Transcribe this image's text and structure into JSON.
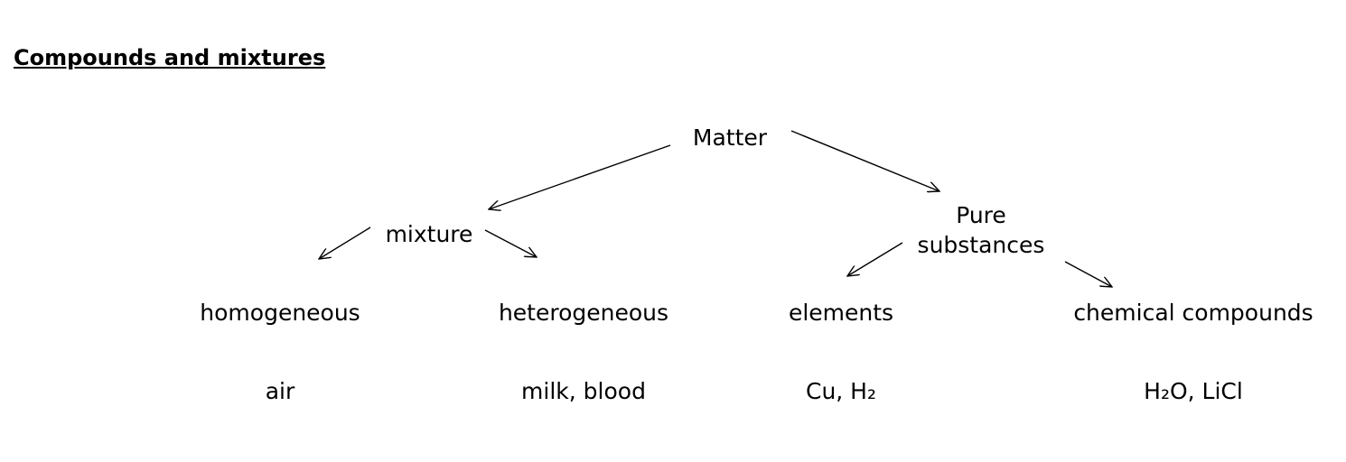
{
  "title": "Compounds and mixtures",
  "nodes": {
    "matter": "Matter",
    "mixture": "mixture",
    "pure_line1": "Pure",
    "pure_line2": "substances",
    "homogeneous": "homogeneous",
    "heterogeneous": "heterogeneous",
    "elements": "elements",
    "compounds": "chemical compounds"
  },
  "examples": {
    "homogeneous": "air",
    "heterogeneous": "milk, blood",
    "elements": "Cu, H₂",
    "compounds": "H₂O,  LiCl"
  }
}
